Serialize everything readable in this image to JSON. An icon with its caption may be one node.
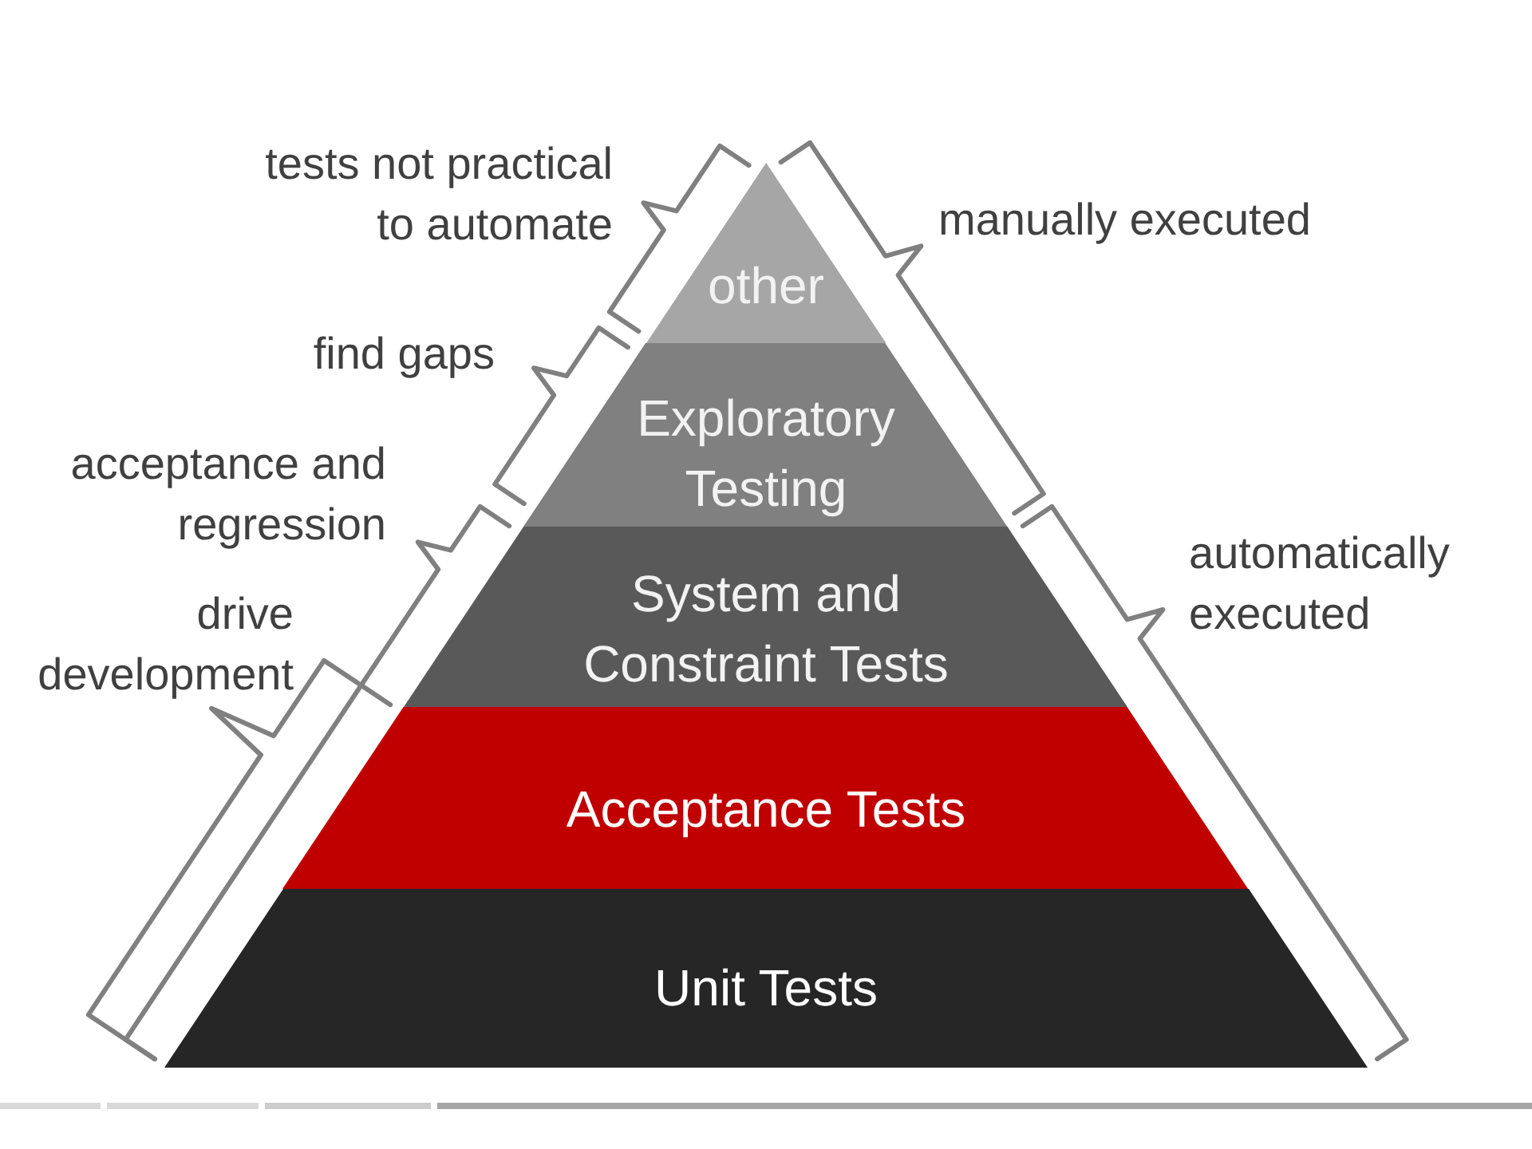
{
  "diagram": {
    "nodes": [
      {
        "text": [
          "other"
        ]
      },
      {
        "text": [
          "Exploratory Testing"
        ]
      },
      {
        "text": [
          "System and Constraint Tests"
        ]
      },
      {
        "text": [
          "Acceptance Tests"
        ]
      },
      {
        "text": [
          "Unit Tests"
        ]
      }
    ],
    "labels": [
      "tests not practical to automate",
      "manually executed",
      "find gaps",
      "acceptance and regression",
      "automatically executed",
      "drive development"
    ]
  }
}
